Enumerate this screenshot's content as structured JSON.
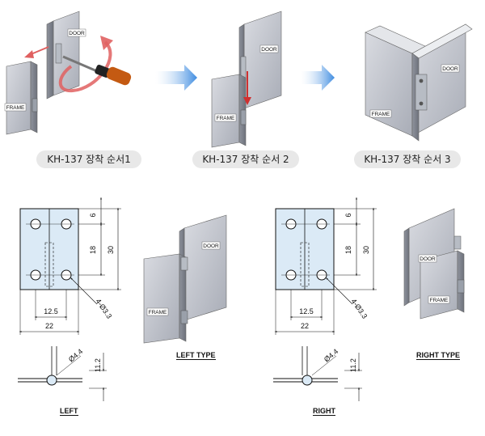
{
  "steps": [
    {
      "label": "KH-137 장착 순서1"
    },
    {
      "label": "KH-137 장착 순서 2"
    },
    {
      "label": "KH-137 장착 순서 3"
    }
  ],
  "parts": {
    "door": "DOOR",
    "frame": "FRAME"
  },
  "dimensions": {
    "d6": "6",
    "d18": "18",
    "d30": "30",
    "d12_5": "12.5",
    "d22": "22",
    "holes": "4-Ø3.3",
    "pin": "Ø4.4",
    "d11_2": "11.2"
  },
  "captions": {
    "left_type": "LEFT TYPE",
    "right_type": "RIGHT TYPE",
    "left": "LEFT",
    "right": "RIGHT"
  },
  "colors": {
    "plate": "#dbeaf6",
    "arrow": "#4a90d9",
    "rotate": "#e06060",
    "panel": "#c9ccd3"
  }
}
